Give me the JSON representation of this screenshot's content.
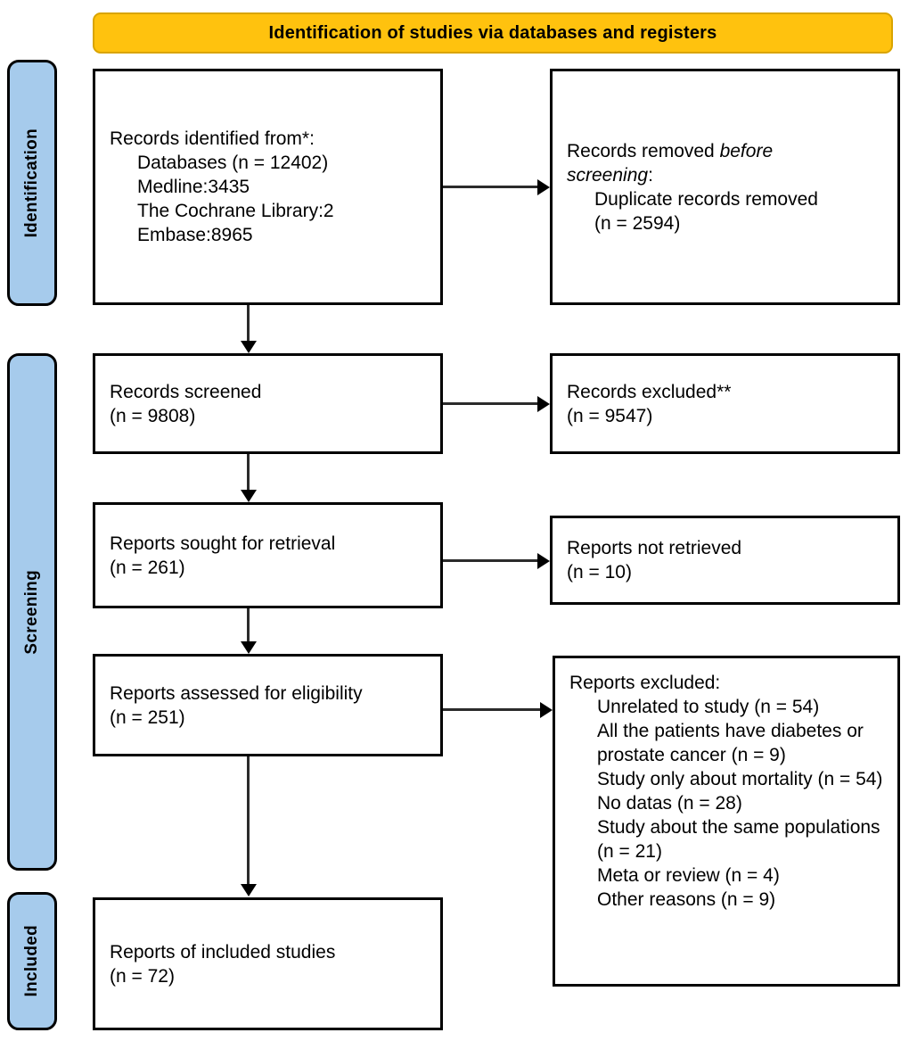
{
  "header": {
    "title": "Identification of studies via databases and registers",
    "background_color": "#FFC20E"
  },
  "stages": [
    {
      "id": "identification",
      "label": "Identification",
      "color": "#A6CBEC"
    },
    {
      "id": "screening",
      "label": "Screening",
      "color": "#A6CBEC"
    },
    {
      "id": "included",
      "label": "Included",
      "color": "#A6CBEC"
    }
  ],
  "boxes": {
    "identified": {
      "lines": [
        "Records identified from*:",
        "Databases (n = 12402)",
        "Medline:3435",
        "The Cochrane Library:2",
        "Embase:8965"
      ]
    },
    "removed": {
      "line1_plain": "Records removed ",
      "line1_italic": "before",
      "line2_italic": "screening",
      "line2_plain": ":",
      "line3": "Duplicate records removed",
      "line4": "(n = 2594)"
    },
    "screened": {
      "line1": "Records screened",
      "line2": "(n = 9808)"
    },
    "excluded": {
      "line1": "Records excluded**",
      "line2": "(n = 9547)"
    },
    "sought": {
      "line1": "Reports sought for retrieval",
      "line2": "(n = 261)"
    },
    "not_retrieved": {
      "line1": "Reports not retrieved",
      "line2": "(n = 10)"
    },
    "assessed": {
      "line1": "Reports assessed for eligibility",
      "line2": "(n = 251)"
    },
    "reports_excluded": {
      "heading": "Reports excluded:",
      "reasons": [
        "Unrelated to study (n = 54)",
        "All the patients have diabetes or prostate cancer (n = 9)",
        "Study only about mortality (n = 54)",
        "No datas (n = 28)",
        "Study about the same populations (n = 21)",
        "Meta or review (n = 4)",
        "Other reasons (n = 9)"
      ]
    },
    "included": {
      "line1": "Reports of included studies",
      "line2": "(n = 72)"
    }
  }
}
